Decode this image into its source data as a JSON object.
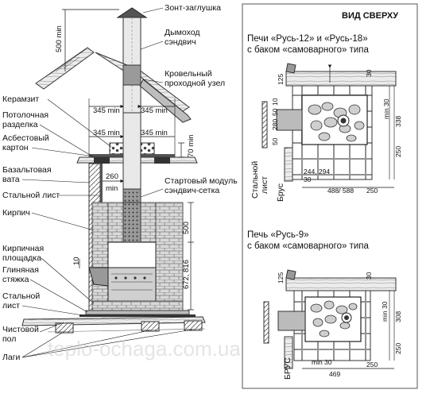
{
  "left_labels": {
    "chimney_cap": "Зонт-заглушка",
    "chimney_pipe": "Дымоход сэндвич",
    "roof_node": "Кровельный проходной узел",
    "expanded_clay": "Керамзит",
    "ceiling_cut": "Потолочная разделка",
    "asbestos_board": "Асбестовый картон",
    "basalt_wool": "Базальтовая вата",
    "steel_sheet_top": "Стальной лист",
    "starter_module": "Стартовый модуль сэндвич-сетка",
    "brick": "Кирпич",
    "brick_platform": "Кирпичная площадка",
    "clay_screed": "Глиняная стяжка",
    "steel_sheet_bottom": "Стальной лист",
    "finish_floor": "Чистовой пол",
    "joists": "Лаги"
  },
  "left_dims": {
    "roof_top": "500 min",
    "roof_left": "345 min",
    "roof_right": "345 min",
    "ceil_left": "345 min",
    "ceil_right": "345 min",
    "ceil_height": "70 min",
    "start_gap": "260",
    "start_gap_unit": "min",
    "brick_top": "500",
    "brick_height": "672, 816",
    "door_gap": "10"
  },
  "right_panel": {
    "header": "ВИД СВЕРХУ",
    "top_title_line1": "Печи «Русь-12» и «Русь-18»",
    "top_title_line2": "с баком «самоварного» типа",
    "bottom_title_line1": "Печь «Русь-9»",
    "bottom_title_line2": "с баком «самоварного» типа",
    "top_dims": {
      "d125": "125",
      "d30_top": "30",
      "d10": "10",
      "d50": "50",
      "d280": "280",
      "d50b": "50",
      "min30": "min 30",
      "d338": "338",
      "d250_side": "250",
      "d244": "244, 294",
      "d30_bottom": "30",
      "d488": "488/ 588",
      "d250_bottom": "250",
      "steel_sheet": "Стальной лист",
      "brus": "Брус"
    },
    "bottom_dims": {
      "d125": "125",
      "d30_top": "30",
      "min30": "min 30",
      "d308": "308",
      "d250_side": "250",
      "min30_bottom": "min 30",
      "d469": "469",
      "d250_bottom": "250",
      "brus": "БРУС"
    }
  },
  "watermark": "teplo-ochaga.com.ua"
}
